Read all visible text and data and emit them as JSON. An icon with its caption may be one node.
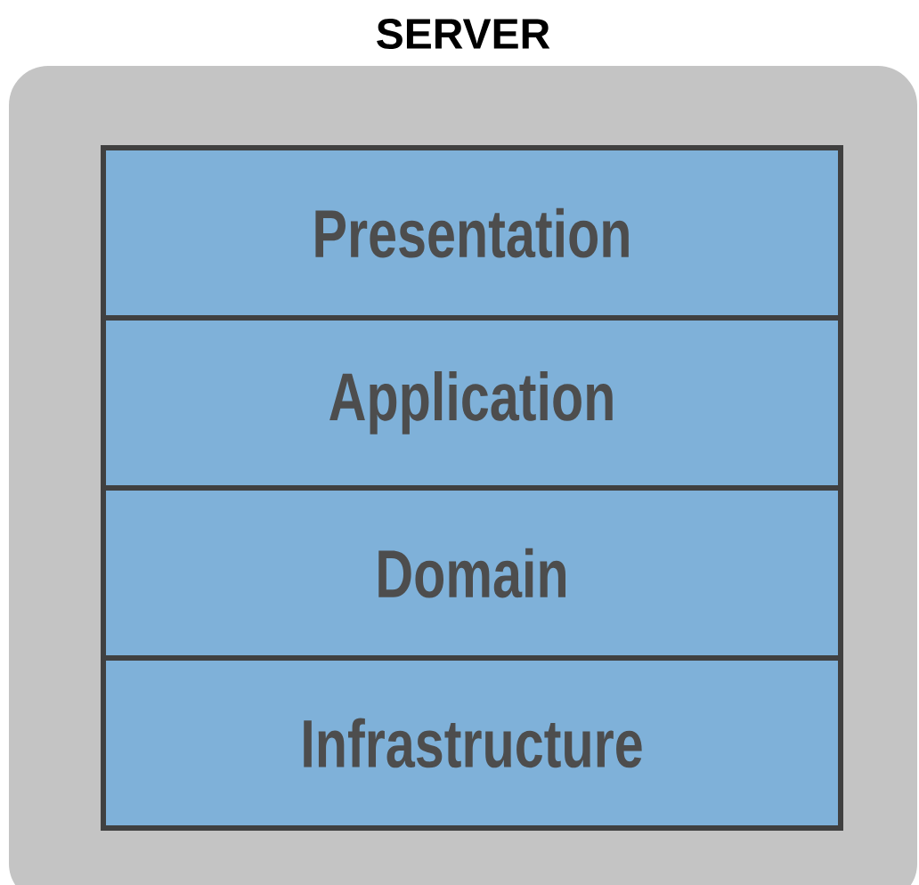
{
  "diagram": {
    "nodes": [
      {
        "text": [
          "SERVER"
        ]
      },
      {
        "text": [
          "Presentation"
        ],
        "in": 0
      },
      {
        "text": [
          "Application"
        ],
        "in": 0
      },
      {
        "text": [
          "Domain"
        ],
        "in": 0
      },
      {
        "text": [
          "Infrastructure"
        ],
        "in": 0
      }
    ]
  }
}
